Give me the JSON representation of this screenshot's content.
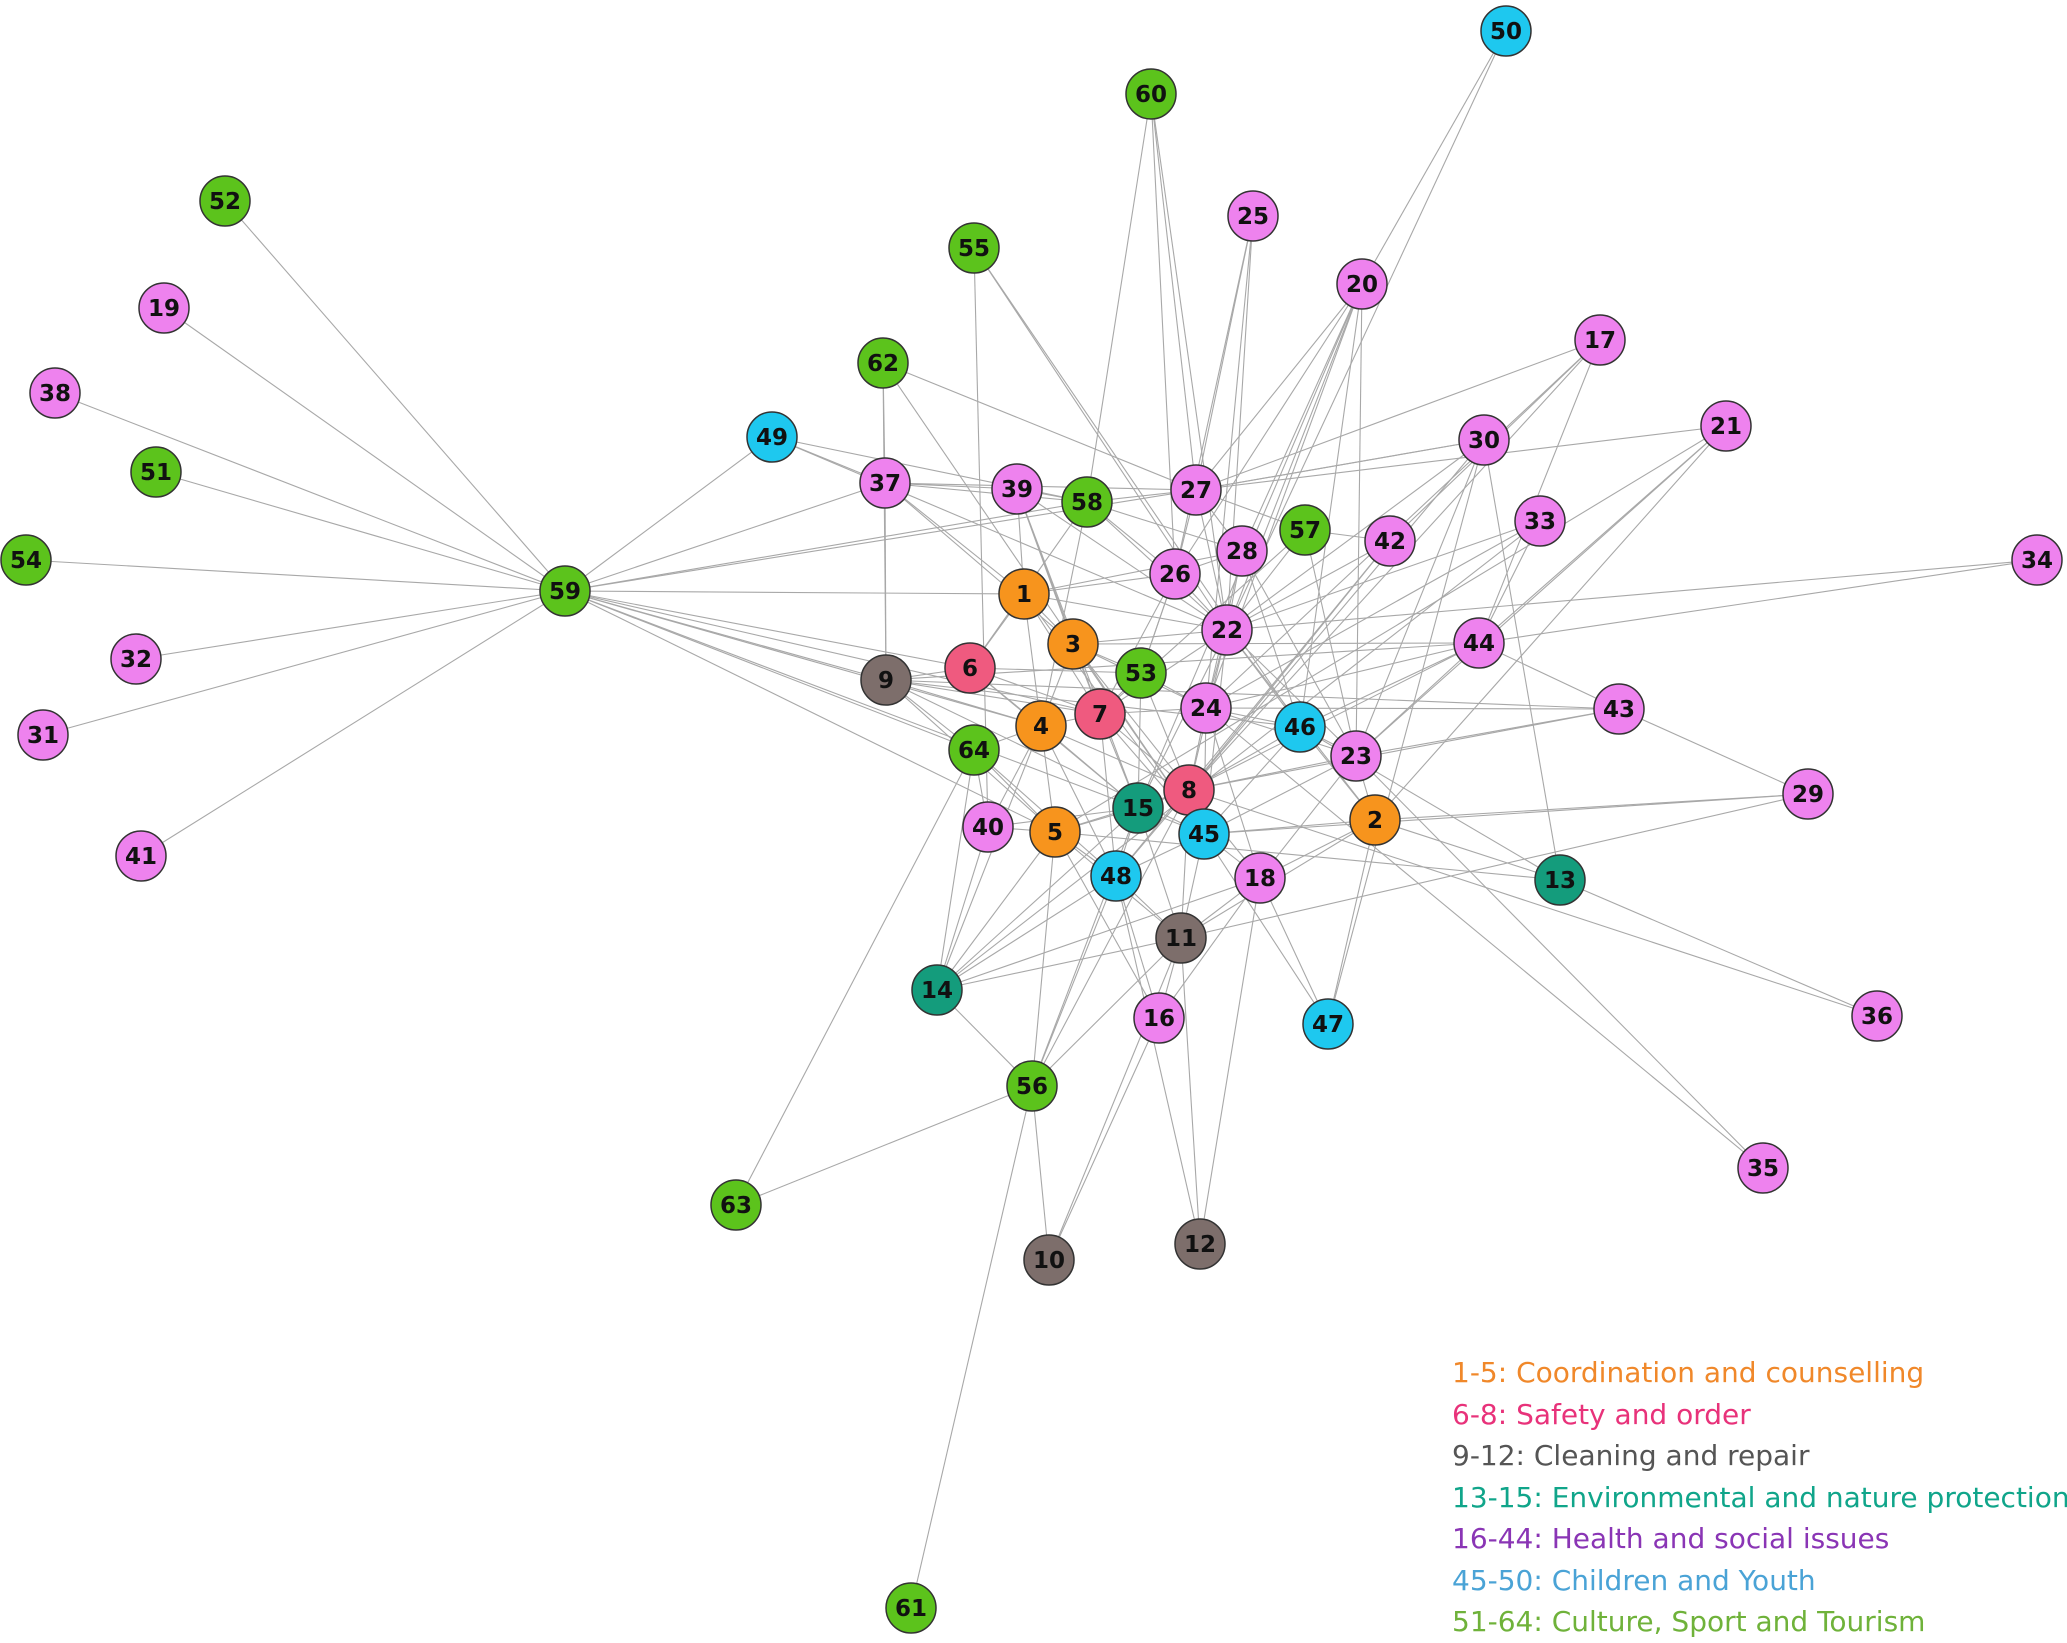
{
  "colors": {
    "orange": "#f7941d",
    "red": "#ef5a7f",
    "gray": "#7d6e6b",
    "teal": "#149c7c",
    "pink": "#ee82ee",
    "blue": "#1ec8ef",
    "green": "#5cc31c",
    "edge": "#a8a8a8"
  },
  "legend": [
    {
      "label": "1-5: Coordination and counselling",
      "color": "#f0882a"
    },
    {
      "label": "6-8: Safety and order",
      "color": "#e8327a"
    },
    {
      "label": "9-12: Cleaning and repair",
      "color": "#555555"
    },
    {
      "label": "13-15: Environmental and nature protection",
      "color": "#10a58a"
    },
    {
      "label": "16-44: Health and social issues",
      "color": "#8a35b5"
    },
    {
      "label": "45-50: Children and Youth",
      "color": "#4aa3d6"
    },
    {
      "label": "51-64: Culture, Sport and Tourism",
      "color": "#6fb23a"
    }
  ],
  "nodes": [
    {
      "id": "1",
      "group": "orange"
    },
    {
      "id": "2",
      "group": "orange"
    },
    {
      "id": "3",
      "group": "orange"
    },
    {
      "id": "4",
      "group": "orange"
    },
    {
      "id": "5",
      "group": "orange"
    },
    {
      "id": "6",
      "group": "red"
    },
    {
      "id": "7",
      "group": "red"
    },
    {
      "id": "8",
      "group": "red"
    },
    {
      "id": "9",
      "group": "gray"
    },
    {
      "id": "10",
      "group": "gray"
    },
    {
      "id": "11",
      "group": "gray"
    },
    {
      "id": "12",
      "group": "gray"
    },
    {
      "id": "13",
      "group": "teal"
    },
    {
      "id": "14",
      "group": "teal"
    },
    {
      "id": "15",
      "group": "teal"
    },
    {
      "id": "16",
      "group": "pink"
    },
    {
      "id": "17",
      "group": "pink"
    },
    {
      "id": "18",
      "group": "pink"
    },
    {
      "id": "19",
      "group": "pink"
    },
    {
      "id": "20",
      "group": "pink"
    },
    {
      "id": "21",
      "group": "pink"
    },
    {
      "id": "22",
      "group": "pink"
    },
    {
      "id": "23",
      "group": "pink"
    },
    {
      "id": "24",
      "group": "pink"
    },
    {
      "id": "25",
      "group": "pink"
    },
    {
      "id": "26",
      "group": "pink"
    },
    {
      "id": "27",
      "group": "pink"
    },
    {
      "id": "28",
      "group": "pink"
    },
    {
      "id": "29",
      "group": "pink"
    },
    {
      "id": "30",
      "group": "pink"
    },
    {
      "id": "31",
      "group": "pink"
    },
    {
      "id": "32",
      "group": "pink"
    },
    {
      "id": "33",
      "group": "pink"
    },
    {
      "id": "34",
      "group": "pink"
    },
    {
      "id": "35",
      "group": "pink"
    },
    {
      "id": "36",
      "group": "pink"
    },
    {
      "id": "37",
      "group": "pink"
    },
    {
      "id": "38",
      "group": "pink"
    },
    {
      "id": "39",
      "group": "pink"
    },
    {
      "id": "40",
      "group": "pink"
    },
    {
      "id": "41",
      "group": "pink"
    },
    {
      "id": "42",
      "group": "pink"
    },
    {
      "id": "43",
      "group": "pink"
    },
    {
      "id": "44",
      "group": "pink"
    },
    {
      "id": "45",
      "group": "blue"
    },
    {
      "id": "46",
      "group": "blue"
    },
    {
      "id": "47",
      "group": "blue"
    },
    {
      "id": "48",
      "group": "blue"
    },
    {
      "id": "49",
      "group": "blue"
    },
    {
      "id": "50",
      "group": "blue"
    },
    {
      "id": "51",
      "group": "green"
    },
    {
      "id": "52",
      "group": "green"
    },
    {
      "id": "53",
      "group": "green"
    },
    {
      "id": "54",
      "group": "green"
    },
    {
      "id": "55",
      "group": "green"
    },
    {
      "id": "56",
      "group": "green"
    },
    {
      "id": "57",
      "group": "green"
    },
    {
      "id": "58",
      "group": "green"
    },
    {
      "id": "59",
      "group": "green"
    },
    {
      "id": "60",
      "group": "green"
    },
    {
      "id": "61",
      "group": "green"
    },
    {
      "id": "62",
      "group": "green"
    },
    {
      "id": "63",
      "group": "green"
    },
    {
      "id": "64",
      "group": "green"
    }
  ],
  "edges": [
    [
      "59",
      "52"
    ],
    [
      "59",
      "19"
    ],
    [
      "59",
      "38"
    ],
    [
      "59",
      "51"
    ],
    [
      "59",
      "54"
    ],
    [
      "59",
      "32"
    ],
    [
      "59",
      "31"
    ],
    [
      "59",
      "41"
    ],
    [
      "59",
      "49"
    ],
    [
      "59",
      "37"
    ],
    [
      "59",
      "1"
    ],
    [
      "59",
      "6"
    ],
    [
      "59",
      "9"
    ],
    [
      "59",
      "4"
    ],
    [
      "59",
      "64"
    ],
    [
      "59",
      "5"
    ],
    [
      "59",
      "15"
    ],
    [
      "59",
      "7"
    ],
    [
      "59",
      "58"
    ],
    [
      "59",
      "27"
    ],
    [
      "50",
      "20"
    ],
    [
      "50",
      "22"
    ],
    [
      "60",
      "58"
    ],
    [
      "60",
      "27"
    ],
    [
      "60",
      "26"
    ],
    [
      "60",
      "22"
    ],
    [
      "25",
      "27"
    ],
    [
      "25",
      "26"
    ],
    [
      "25",
      "22"
    ],
    [
      "25",
      "24"
    ],
    [
      "55",
      "22"
    ],
    [
      "55",
      "40"
    ],
    [
      "55",
      "46"
    ],
    [
      "62",
      "37"
    ],
    [
      "62",
      "27"
    ],
    [
      "62",
      "9"
    ],
    [
      "62",
      "45"
    ],
    [
      "20",
      "27"
    ],
    [
      "20",
      "26"
    ],
    [
      "20",
      "28"
    ],
    [
      "20",
      "22"
    ],
    [
      "20",
      "24"
    ],
    [
      "20",
      "46"
    ],
    [
      "20",
      "23"
    ],
    [
      "20",
      "15"
    ],
    [
      "17",
      "27"
    ],
    [
      "17",
      "42"
    ],
    [
      "17",
      "44"
    ],
    [
      "17",
      "24"
    ],
    [
      "17",
      "8"
    ],
    [
      "21",
      "27"
    ],
    [
      "21",
      "44"
    ],
    [
      "21",
      "23"
    ],
    [
      "21",
      "2"
    ],
    [
      "21",
      "5"
    ],
    [
      "49",
      "37"
    ],
    [
      "49",
      "58"
    ],
    [
      "49",
      "22"
    ],
    [
      "37",
      "39"
    ],
    [
      "37",
      "58"
    ],
    [
      "37",
      "27"
    ],
    [
      "37",
      "9"
    ],
    [
      "37",
      "1"
    ],
    [
      "37",
      "3"
    ],
    [
      "39",
      "58"
    ],
    [
      "39",
      "1"
    ],
    [
      "39",
      "3"
    ],
    [
      "39",
      "7"
    ],
    [
      "39",
      "15"
    ],
    [
      "39",
      "22"
    ],
    [
      "58",
      "27"
    ],
    [
      "58",
      "28"
    ],
    [
      "58",
      "26"
    ],
    [
      "58",
      "6"
    ],
    [
      "58",
      "4"
    ],
    [
      "58",
      "22"
    ],
    [
      "27",
      "28"
    ],
    [
      "27",
      "26"
    ],
    [
      "27",
      "30"
    ],
    [
      "27",
      "57"
    ],
    [
      "27",
      "22"
    ],
    [
      "30",
      "27"
    ],
    [
      "30",
      "22"
    ],
    [
      "30",
      "23"
    ],
    [
      "30",
      "8"
    ],
    [
      "30",
      "47"
    ],
    [
      "33",
      "22"
    ],
    [
      "33",
      "44"
    ],
    [
      "33",
      "14"
    ],
    [
      "33",
      "24"
    ],
    [
      "34",
      "44"
    ],
    [
      "34",
      "22"
    ],
    [
      "44",
      "9"
    ],
    [
      "44",
      "43"
    ],
    [
      "44",
      "46"
    ],
    [
      "44",
      "23"
    ],
    [
      "44",
      "24"
    ],
    [
      "44",
      "3"
    ],
    [
      "44",
      "8"
    ],
    [
      "43",
      "9"
    ],
    [
      "43",
      "24"
    ],
    [
      "43",
      "23"
    ],
    [
      "43",
      "8"
    ],
    [
      "43",
      "29"
    ],
    [
      "29",
      "2"
    ],
    [
      "29",
      "45"
    ],
    [
      "29",
      "11"
    ],
    [
      "13",
      "2"
    ],
    [
      "13",
      "46"
    ],
    [
      "13",
      "5"
    ],
    [
      "13",
      "30"
    ],
    [
      "13",
      "36"
    ],
    [
      "36",
      "8"
    ],
    [
      "35",
      "23"
    ],
    [
      "35",
      "24"
    ],
    [
      "57",
      "22"
    ],
    [
      "57",
      "7"
    ],
    [
      "57",
      "23"
    ],
    [
      "57",
      "42"
    ],
    [
      "42",
      "22"
    ],
    [
      "42",
      "8"
    ],
    [
      "42",
      "48"
    ],
    [
      "1",
      "3"
    ],
    [
      "1",
      "4"
    ],
    [
      "1",
      "6"
    ],
    [
      "1",
      "7"
    ],
    [
      "1",
      "26"
    ],
    [
      "1",
      "22"
    ],
    [
      "1",
      "28"
    ],
    [
      "1",
      "45"
    ],
    [
      "3",
      "7"
    ],
    [
      "3",
      "4"
    ],
    [
      "3",
      "53"
    ],
    [
      "3",
      "22"
    ],
    [
      "3",
      "24"
    ],
    [
      "3",
      "8"
    ],
    [
      "3",
      "45"
    ],
    [
      "6",
      "4"
    ],
    [
      "6",
      "7"
    ],
    [
      "6",
      "9"
    ],
    [
      "6",
      "53"
    ],
    [
      "6",
      "15"
    ],
    [
      "9",
      "4"
    ],
    [
      "9",
      "64"
    ],
    [
      "9",
      "5"
    ],
    [
      "9",
      "7"
    ],
    [
      "9",
      "45"
    ],
    [
      "9",
      "46"
    ],
    [
      "4",
      "7"
    ],
    [
      "4",
      "5"
    ],
    [
      "4",
      "64"
    ],
    [
      "4",
      "15"
    ],
    [
      "4",
      "8"
    ],
    [
      "4",
      "48"
    ],
    [
      "4",
      "40"
    ],
    [
      "7",
      "53"
    ],
    [
      "7",
      "24"
    ],
    [
      "7",
      "15"
    ],
    [
      "7",
      "8"
    ],
    [
      "7",
      "45"
    ],
    [
      "7",
      "48"
    ],
    [
      "7",
      "22"
    ],
    [
      "53",
      "24"
    ],
    [
      "53",
      "15"
    ],
    [
      "53",
      "8"
    ],
    [
      "53",
      "26"
    ],
    [
      "24",
      "22"
    ],
    [
      "24",
      "46"
    ],
    [
      "24",
      "23"
    ],
    [
      "24",
      "8"
    ],
    [
      "24",
      "45"
    ],
    [
      "24",
      "18"
    ],
    [
      "26",
      "22"
    ],
    [
      "26",
      "28"
    ],
    [
      "26",
      "7"
    ],
    [
      "26",
      "53"
    ],
    [
      "28",
      "22"
    ],
    [
      "28",
      "24"
    ],
    [
      "28",
      "46"
    ],
    [
      "28",
      "23"
    ],
    [
      "22",
      "46"
    ],
    [
      "22",
      "23"
    ],
    [
      "22",
      "8"
    ],
    [
      "22",
      "45"
    ],
    [
      "22",
      "2"
    ],
    [
      "22",
      "15"
    ],
    [
      "46",
      "23"
    ],
    [
      "46",
      "2"
    ],
    [
      "46",
      "8"
    ],
    [
      "46",
      "45"
    ],
    [
      "23",
      "2"
    ],
    [
      "23",
      "8"
    ],
    [
      "23",
      "45"
    ],
    [
      "23",
      "18"
    ],
    [
      "2",
      "45"
    ],
    [
      "2",
      "18"
    ],
    [
      "2",
      "11"
    ],
    [
      "2",
      "47"
    ],
    [
      "64",
      "5"
    ],
    [
      "64",
      "40"
    ],
    [
      "64",
      "14"
    ],
    [
      "64",
      "63"
    ],
    [
      "64",
      "48"
    ],
    [
      "40",
      "5"
    ],
    [
      "40",
      "14"
    ],
    [
      "40",
      "15"
    ],
    [
      "5",
      "15"
    ],
    [
      "5",
      "48"
    ],
    [
      "5",
      "14"
    ],
    [
      "5",
      "56"
    ],
    [
      "5",
      "11"
    ],
    [
      "5",
      "8"
    ],
    [
      "15",
      "8"
    ],
    [
      "15",
      "45"
    ],
    [
      "15",
      "48"
    ],
    [
      "15",
      "11"
    ],
    [
      "15",
      "14"
    ],
    [
      "8",
      "45"
    ],
    [
      "8",
      "48"
    ],
    [
      "8",
      "18"
    ],
    [
      "8",
      "11"
    ],
    [
      "45",
      "48"
    ],
    [
      "45",
      "18"
    ],
    [
      "45",
      "11"
    ],
    [
      "45",
      "47"
    ],
    [
      "48",
      "11"
    ],
    [
      "48",
      "14"
    ],
    [
      "48",
      "56"
    ],
    [
      "48",
      "16"
    ],
    [
      "48",
      "12"
    ],
    [
      "18",
      "11"
    ],
    [
      "18",
      "47"
    ],
    [
      "18",
      "14"
    ],
    [
      "11",
      "14"
    ],
    [
      "11",
      "16"
    ],
    [
      "11",
      "56"
    ],
    [
      "11",
      "10"
    ],
    [
      "11",
      "12"
    ],
    [
      "16",
      "5"
    ],
    [
      "16",
      "10"
    ],
    [
      "16",
      "18"
    ],
    [
      "14",
      "56"
    ],
    [
      "14",
      "4"
    ],
    [
      "56",
      "61"
    ],
    [
      "56",
      "63"
    ],
    [
      "56",
      "10"
    ],
    [
      "56",
      "15"
    ],
    [
      "56",
      "8"
    ],
    [
      "12",
      "18"
    ]
  ]
}
